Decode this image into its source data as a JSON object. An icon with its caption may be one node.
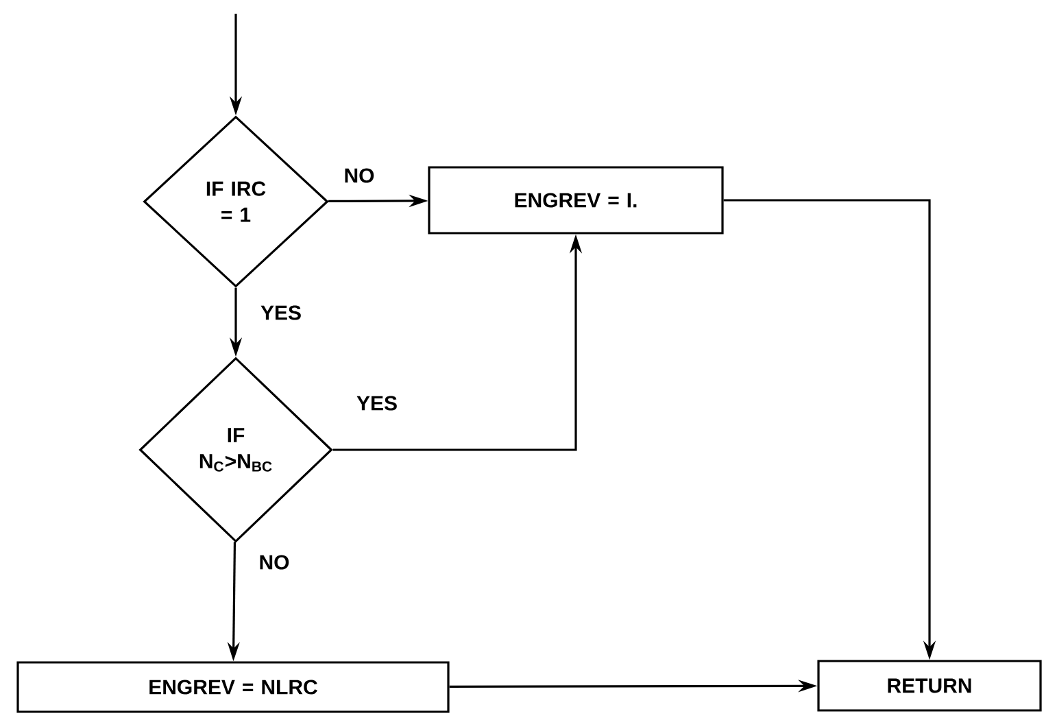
{
  "diagram": {
    "nodes": [
      {
        "text": [
          "IF IRC = 1"
        ]
      },
      {
        "text": [
          "ENGREV = I."
        ]
      },
      {
        "text": [
          "IF N$_{C}$>N$_{BC}$"
        ]
      },
      {
        "text": [
          "ENGREV = NLRC"
        ]
      },
      {
        "text": [
          "RETURN"
        ]
      }
    ],
    "edges": [
      {
        "from": null,
        "to": 0,
        "arrow": "to"
      },
      {
        "from": 0,
        "to": 1,
        "arrow": "to",
        "label": "NO"
      },
      {
        "from": 0,
        "to": 2,
        "arrow": "to",
        "label": "YES"
      },
      {
        "from": 2,
        "to": 1,
        "arrow": "to",
        "label": "YES"
      },
      {
        "from": 2,
        "to": 3,
        "arrow": "to",
        "label": "NO"
      },
      {
        "from": 3,
        "to": 4,
        "arrow": "to"
      },
      {
        "from": 1,
        "to": 4,
        "arrow": "to"
      }
    ]
  }
}
